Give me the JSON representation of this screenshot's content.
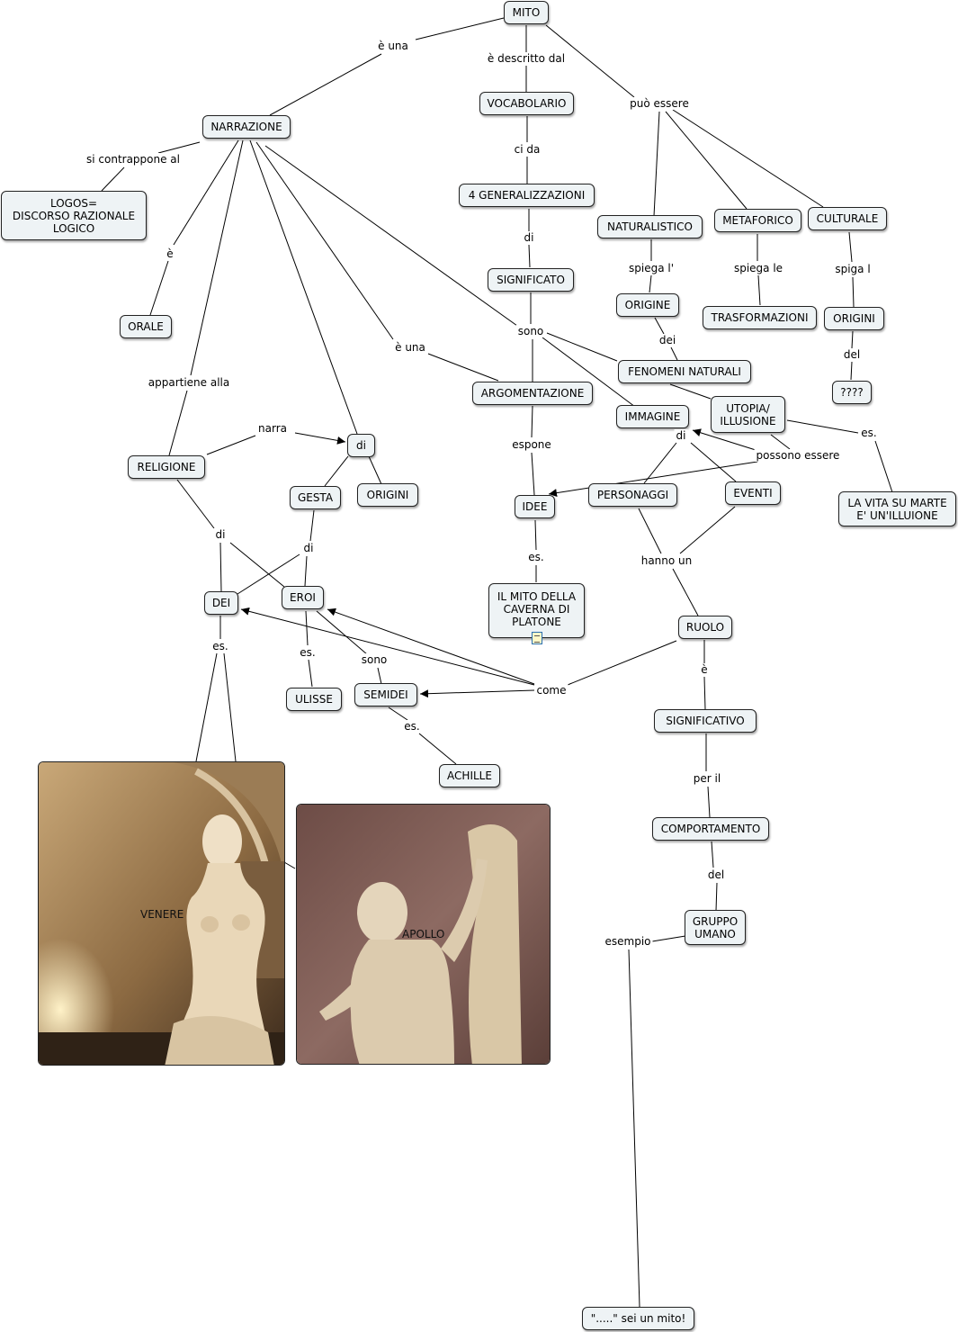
{
  "nodes": {
    "mito": "MITO",
    "vocabolario": "VOCABOLARIO",
    "narrazione": "NARRAZIONE",
    "generalizzazioni": "4 GENERALIZZAZIONI",
    "logos": "LOGOS=\nDISCORSO RAZIONALE\nLOGICO",
    "naturalistico": "NATURALISTICO",
    "metaforico": "METAFORICO",
    "culturale": "CULTURALE",
    "significato": "SIGNIFICATO",
    "origine": "ORIGINE",
    "trasformazioni": "TRASFORMAZIONI",
    "origini_culturale": "ORIGINI",
    "orale": "ORALE",
    "fenomeni": "FENOMENI NATURALI",
    "argomentazione": "ARGOMENTAZIONE",
    "domande": "????",
    "utopia": "UTOPIA/\nILLUSIONE",
    "immagine": "IMMAGINE",
    "religione": "RELIGIONE",
    "di_node": "di",
    "gesta": "GESTA",
    "origini": "ORIGINI",
    "idee": "IDEE",
    "personaggi": "PERSONAGGI",
    "eventi": "EVENTI",
    "vita_marte": "LA VITA SU MARTE\nE' UN'ILLUIONE",
    "dei": "DEI",
    "eroi": "EROI",
    "caverna": "IL MITO DELLA\nCAVERNA DI\nPLATONE",
    "ruolo": "RUOLO",
    "ulisse": "ULISSE",
    "semidei": "SEMIDEI",
    "significativo": "SIGNIFICATIVO",
    "achille": "ACHILLE",
    "comportamento": "COMPORTAMENTO",
    "gruppo": "GRUPPO\nUMANO",
    "mito_sei": "\".....\" sei un mito!"
  },
  "labels": {
    "e_una_1": "è una",
    "descritto": "è descritto dal",
    "puo_essere": "può essere",
    "si_contrappone": "si contrappone al",
    "ci_da": "ci da",
    "di_1": "di",
    "spiega_l": "spiega l'",
    "spiega_le": "spiega le",
    "spiga_l": "spiga l",
    "e_accent": "è",
    "sono": "sono",
    "dei_label": "dei",
    "e_una_2": "è una",
    "del": "del",
    "appartiene": "appartiene alla",
    "narra": "narra",
    "es_1": "es.",
    "espone": "espone",
    "di_2": "di",
    "possono": "possono essere",
    "di_3": "di",
    "di_4": "di",
    "es_2": "es.",
    "hanno_un": "hanno un",
    "es_3": "es.",
    "es_4": "es.",
    "sono_2": "sono",
    "come": "come",
    "e_2": "è",
    "es_5": "es.",
    "per_il": "per il",
    "del_2": "del",
    "esempio": "esempio"
  },
  "images": {
    "venere_caption": "VENERE",
    "apollo_caption": "APOLLO"
  },
  "icons": {
    "caverna_resource": "document-icon"
  },
  "colors": {
    "node_fill": "#eef3f5",
    "node_border": "#222222",
    "link": "#000000"
  }
}
